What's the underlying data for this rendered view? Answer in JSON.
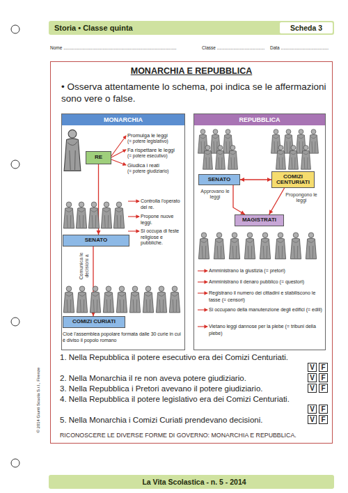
{
  "diagram": {
    "title": "MONARCHIA E REPUBBLICA",
    "nodes": [
      {
        "text": [
          "Storia • Classe quinta"
        ]
      },
      {
        "text": [
          "Scheda 3"
        ],
        "in": 0
      },
      {
        "text": [
          "MONARCHIA"
        ]
      },
      {
        "text": [
          "RE"
        ],
        "in": 2
      },
      {
        "text": [
          "SENATO"
        ],
        "in": 2
      },
      {
        "text": [
          "COMIZI CURIATI"
        ],
        "in": 2
      },
      {
        "text": [
          "REPUBBLICA"
        ]
      },
      {
        "text": [
          "SENATO"
        ],
        "in": 6
      },
      {
        "text": [
          "COMIZI CENTURIATI"
        ],
        "in": 6
      },
      {
        "text": [
          "MAGISTRATI"
        ],
        "in": 6
      },
      {
        "text": [
          "V"
        ]
      },
      {
        "text": [
          "F"
        ]
      },
      {
        "text": [
          "V"
        ]
      },
      {
        "text": [
          "F"
        ]
      },
      {
        "text": [
          "V"
        ]
      },
      {
        "text": [
          "F"
        ]
      },
      {
        "text": [
          "V"
        ]
      },
      {
        "text": [
          "F"
        ]
      },
      {
        "text": [
          "V"
        ]
      },
      {
        "text": [
          "F"
        ]
      },
      {
        "text": [
          "La Vita Scolastica - n. 5 - 2014"
        ]
      }
    ],
    "edges": [
      {
        "from": 3,
        "to": 4,
        "arrow": "to"
      },
      {
        "from": 4,
        "to": 5,
        "label": "Comunica le decisioni a",
        "arrow": "to"
      },
      {
        "from": 7,
        "to": 8,
        "arrow": "both"
      },
      {
        "from": 7,
        "to": 9,
        "label": "Approvano le leggi",
        "arrow": "to"
      },
      {
        "from": 8,
        "to": 9,
        "label": "Propongono le leggi",
        "arrow": "to"
      }
    ],
    "labels": [
      "Nome ..........................................................................................",
      "Classe ......................................",
      "Data ......................................",
      "• Osserva attentamente lo schema, poi indica se le affermazioni sono vere o false.",
      "Promulga le leggi",
      "(= potere legislativo)",
      "Fa rispettare le leggi",
      "(= potere esecutivo)",
      "Giudica i reati",
      "(= potere giudiziario)",
      "Controlla l'operato del re.",
      "Propone nuove leggi.",
      "Si occupa di feste religiose e pubbliche.",
      "Cioè l'assemblea popolare formata dalle 30 curie in cui è diviso il popolo romano",
      "Amministrano la giustizia (= pretori)",
      "Amministrano il denaro pubblico (= questori)",
      "Registrano il numero dei cittadini e stabiliscono le tasse (= censori)",
      "Si occupano della manutenzione degli edifici (= edili)",
      "Vietano leggi dannose per la plebe (= tribuni della plebe)",
      "1. Nella Repubblica il potere esecutivo era dei Comizi Centuriati.",
      "2. Nella Monarchia il re non aveva potere giudiziario.",
      "3. Nella Repubblica i Pretori avevano il potere giudiziario.",
      "4. Nella Repubblica il potere legislativo era dei Comizi Centuriati.",
      "5. Nella Monarchia i Comizi Curiati prendevano decisioni.",
      "RICONOSCERE LE DIVERSE FORME DI GOVERNO: MONARCHIA E REPUBBLICA.",
      "© 2014 Giunti Scuola S.r.l., Firenze"
    ]
  }
}
